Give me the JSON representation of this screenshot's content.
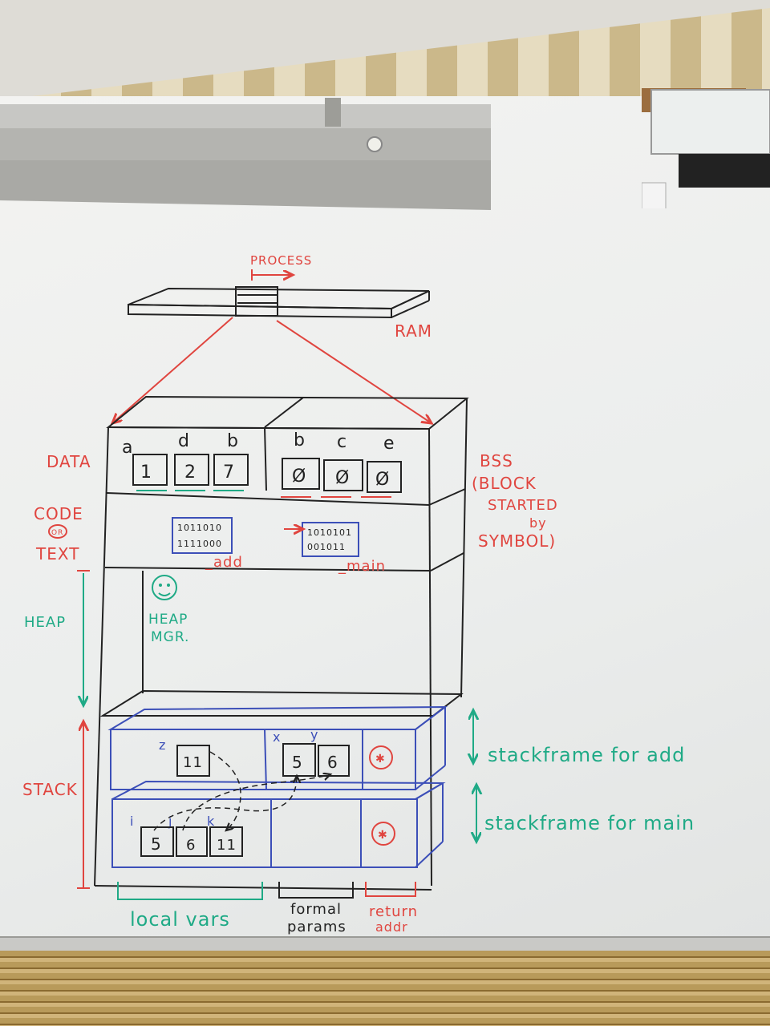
{
  "colors": {
    "marker_red": "#e0453f",
    "marker_blue": "#3c4fb8",
    "marker_green": "#1faa86",
    "marker_black": "#222222"
  },
  "labels": {
    "process": "PROCESS",
    "ram": "RAM",
    "data": "DATA",
    "code": "CODE",
    "or": "OR",
    "text": "TEXT",
    "heap": "HEAP",
    "stack": "STACK",
    "bss": "BSS",
    "bss_line1": "(BLOCK",
    "bss_line2": "STARTED",
    "bss_line3": "by",
    "bss_line4": "SYMBOL)",
    "heap_mgr_1": "HEAP",
    "heap_mgr_2": "MGR.",
    "fn_add": "_add",
    "fn_main": "_main",
    "stackframe_add": "stackframe for add",
    "stackframe_main": "stackframe for main",
    "local_vars": "local vars",
    "formal_params_1": "formal",
    "formal_params_2": "params",
    "return_addr_1": "return",
    "return_addr_2": "addr"
  },
  "data_vars": [
    {
      "name": "a",
      "value": "1"
    },
    {
      "name": "d",
      "value": "2"
    },
    {
      "name": "b",
      "value": "7"
    }
  ],
  "bss_vars": [
    {
      "name": "b",
      "value": "Ø"
    },
    {
      "name": "c",
      "value": "Ø"
    },
    {
      "name": "e",
      "value": "Ø"
    }
  ],
  "code_add": [
    "1011010",
    "1111000"
  ],
  "code_main": [
    "1010101",
    "001011"
  ],
  "add_frame": {
    "local": {
      "name": "z",
      "value": "11"
    },
    "params": [
      {
        "name": "x",
        "value": "5"
      },
      {
        "name": "y",
        "value": "6"
      }
    ]
  },
  "main_frame": {
    "locals": [
      {
        "name": "i",
        "value": "5"
      },
      {
        "name": "j",
        "value": "6"
      },
      {
        "name": "k",
        "value": "11"
      }
    ]
  }
}
